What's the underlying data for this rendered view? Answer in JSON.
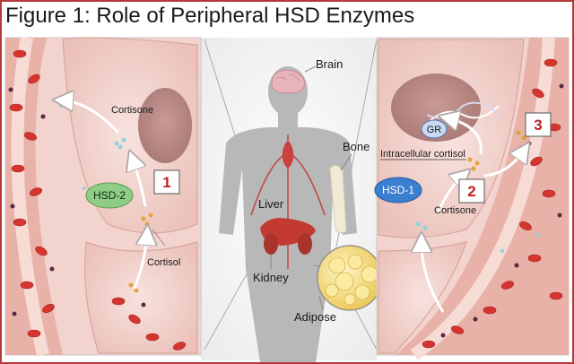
{
  "title": "Figure 1: Role of Peripheral HSD Enzymes",
  "labels": {
    "brain": "Brain",
    "bone": "Bone",
    "liver": "Liver",
    "kidney": "Kidney",
    "adipose": "Adipose",
    "cortisone_left": "Cortisone",
    "cortisol_left": "Cortisol",
    "cortisone_right": "Cortisone",
    "intracellular_cortisol": "Intracellular cortisol",
    "gr": "GR"
  },
  "enzymes": {
    "hsd2": "HSD-2",
    "hsd1": "HSD-1"
  },
  "steps": {
    "one": "1",
    "two": "2",
    "three": "3"
  },
  "colors": {
    "frame": "#b43a3a",
    "tissue": "#f3d3ce",
    "vessel_wall": "#e8b2a9",
    "blood_cell": "#d5352f",
    "hsd2_fill": "#8fcc86",
    "hsd1_fill": "#3b7fd1",
    "step_number": "#c0201f",
    "body_figure": "#9a9a9a"
  }
}
